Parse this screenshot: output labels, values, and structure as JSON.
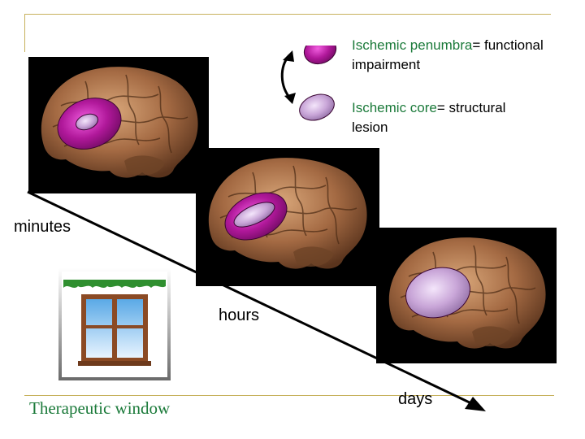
{
  "legend": {
    "penumbra_key": "Ischemic penumbra",
    "penumbra_rest_line1": "= functional",
    "penumbra_rest_line2": "impairment",
    "core_key": "Ischemic core",
    "core_rest_line1": "= structural",
    "core_rest_line2": "lesion"
  },
  "time_labels": {
    "minutes": "minutes",
    "hours": "hours",
    "days": "days"
  },
  "therapeutic_window": "Therapeutic window",
  "colors": {
    "penumbra": "#b0189a",
    "core": "#c9a6d8",
    "legend_key_text": "#1b7a3a",
    "rule": "#c7b15c"
  }
}
